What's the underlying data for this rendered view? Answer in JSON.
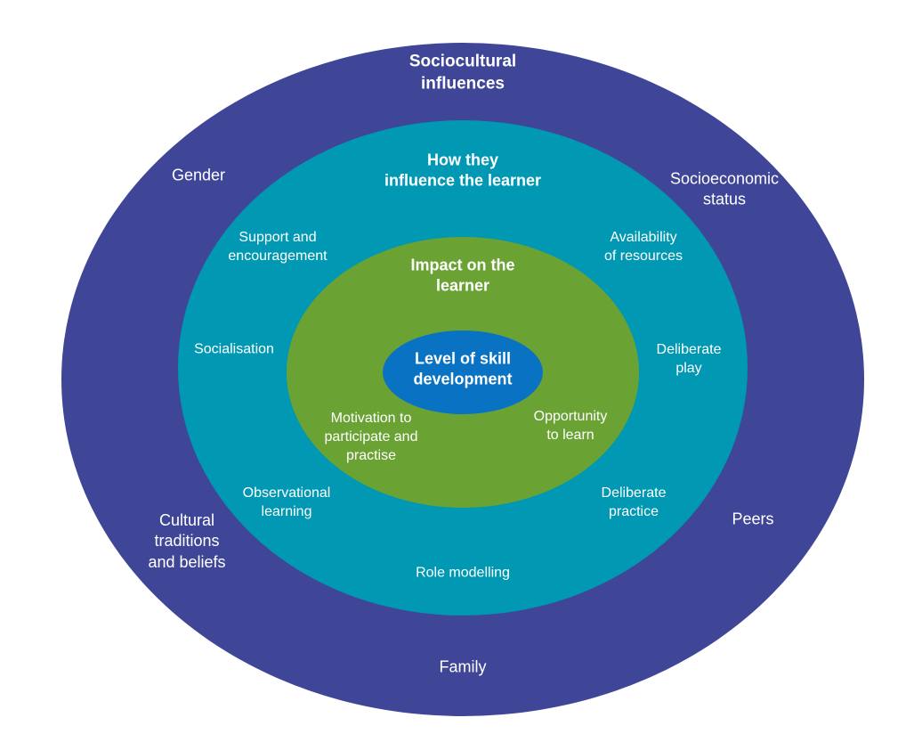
{
  "colors": {
    "outer_ring": "#3f4697",
    "middle_ring": "#0098b2",
    "inner_ring": "#6aa334",
    "core": "#0a72c2",
    "text": "#ffffff"
  },
  "rings": {
    "outer": {
      "heading": "Sociocultural\ninfluences",
      "items": {
        "gender": "Gender",
        "socioeconomic": "Socioeconomic\nstatus",
        "cultural": "Cultural\ntraditions\nand beliefs",
        "peers": "Peers",
        "family": "Family"
      }
    },
    "middle": {
      "heading": "How they\ninfluence the learner",
      "items": {
        "support": "Support and\nencouragement",
        "availability": "Availability\nof resources",
        "socialisation": "Socialisation",
        "deliberate_play": "Deliberate\nplay",
        "observational": "Observational\nlearning",
        "deliberate_practice": "Deliberate\npractice",
        "role_modelling": "Role modelling"
      }
    },
    "inner": {
      "heading": "Impact on the\nlearner",
      "items": {
        "motivation": "Motivation to\nparticipate and\npractise",
        "opportunity": "Opportunity\nto learn"
      }
    },
    "core": {
      "heading": "Level of skill\ndevelopment"
    }
  }
}
